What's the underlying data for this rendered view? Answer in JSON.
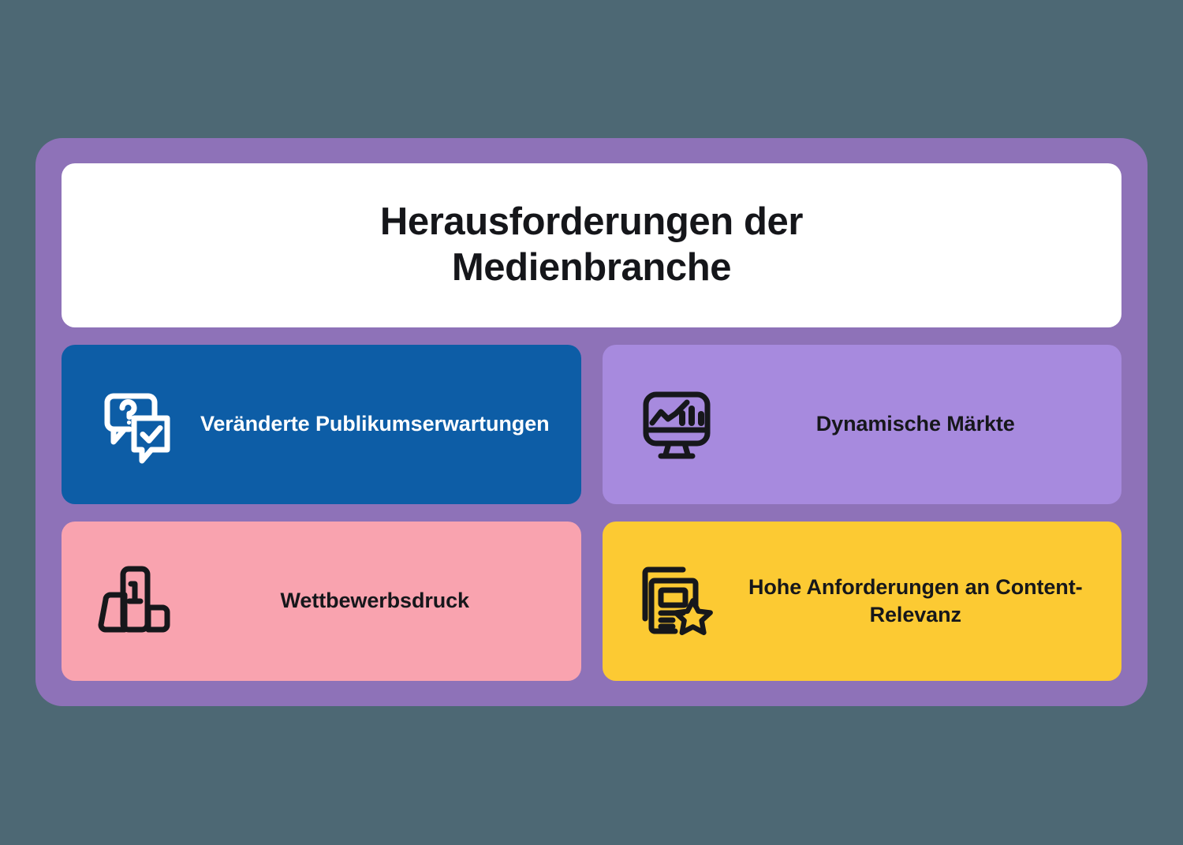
{
  "page": {
    "background_color": "#4d6874",
    "frame_color": "#8e72b8"
  },
  "title": {
    "line1": "Herausforderungen der",
    "line2": "Medienbranche",
    "full": "Herausforderungen der Medienbranche",
    "background_color": "#ffffff",
    "text_color": "#15161a"
  },
  "cards": [
    {
      "label": "Veränderte Publikumserwartungen",
      "icon": "question-check-speech-bubbles-icon",
      "background_color": "#0d5da6",
      "text_color": "#ffffff"
    },
    {
      "label": "Dynamische Märkte",
      "icon": "monitor-chart-icon",
      "background_color": "#a78ade",
      "text_color": "#16171b"
    },
    {
      "label": "Wettbewerbsdruck",
      "icon": "podium-first-place-icon",
      "background_color": "#f9a3af",
      "text_color": "#16171b"
    },
    {
      "label": "Hohe Anforderungen an Content-Relevanz",
      "icon": "document-star-icon",
      "background_color": "#fcca33",
      "text_color": "#16171b"
    }
  ]
}
